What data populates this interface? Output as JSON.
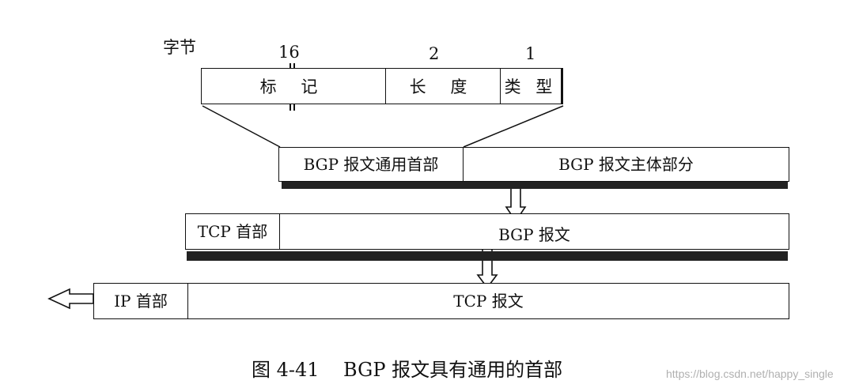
{
  "header_row": {
    "byte_label": "字节",
    "sizes": {
      "marker": "16",
      "length": "2",
      "type": "1"
    },
    "fields": {
      "marker": "标  记",
      "length": "长 度",
      "type": "类 型"
    }
  },
  "bgp_message": {
    "header": "BGP 报文通用首部",
    "body": "BGP 报文主体部分"
  },
  "tcp_segment": {
    "header": "TCP 首部",
    "body": "BGP 报文"
  },
  "ip_datagram": {
    "header": "IP 首部",
    "body": "TCP 报文"
  },
  "caption": "图 4-41    BGP 报文具有通用的首部",
  "watermark": "https://blog.csdn.net/happy_single"
}
